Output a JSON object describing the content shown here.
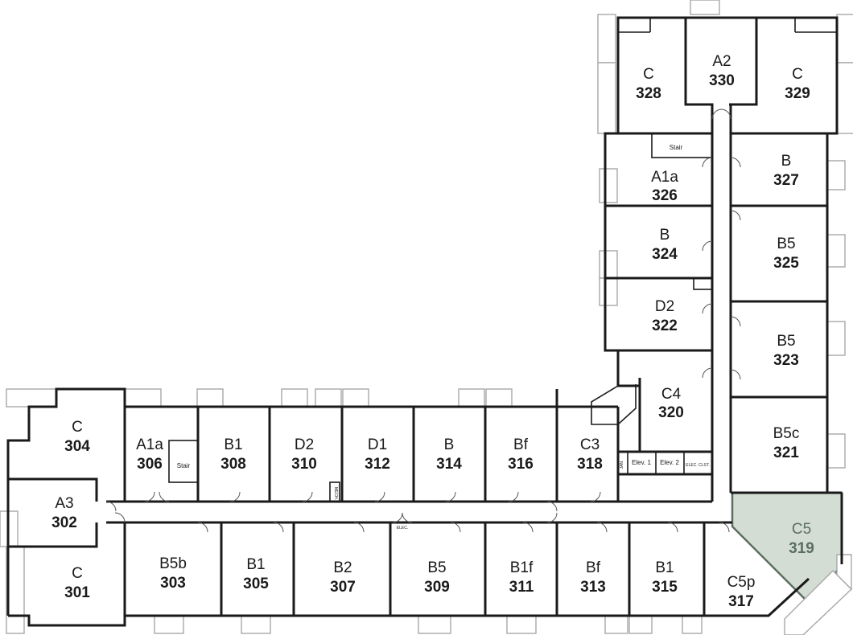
{
  "units": [
    {
      "type": "C",
      "number": "328"
    },
    {
      "type": "A2",
      "number": "330"
    },
    {
      "type": "C",
      "number": "329"
    },
    {
      "type": "A1a",
      "number": "326"
    },
    {
      "type": "B",
      "number": "327"
    },
    {
      "type": "B",
      "number": "324"
    },
    {
      "type": "B5",
      "number": "325"
    },
    {
      "type": "D2",
      "number": "322"
    },
    {
      "type": "B5",
      "number": "323"
    },
    {
      "type": "C4",
      "number": "320"
    },
    {
      "type": "B5c",
      "number": "321"
    },
    {
      "type": "C",
      "number": "304"
    },
    {
      "type": "A1a",
      "number": "306"
    },
    {
      "type": "B1",
      "number": "308"
    },
    {
      "type": "D2",
      "number": "310"
    },
    {
      "type": "D1",
      "number": "312"
    },
    {
      "type": "B",
      "number": "314"
    },
    {
      "type": "Bf",
      "number": "316"
    },
    {
      "type": "C3",
      "number": "318"
    },
    {
      "type": "A3",
      "number": "302"
    },
    {
      "type": "C",
      "number": "301"
    },
    {
      "type": "B5b",
      "number": "303"
    },
    {
      "type": "B1",
      "number": "305"
    },
    {
      "type": "B2",
      "number": "307"
    },
    {
      "type": "B5",
      "number": "309"
    },
    {
      "type": "B1f",
      "number": "311"
    },
    {
      "type": "Bf",
      "number": "313"
    },
    {
      "type": "B1",
      "number": "315"
    },
    {
      "type": "C5p",
      "number": "317"
    },
    {
      "type": "C5",
      "number": "319"
    }
  ],
  "highlighted_unit": "319",
  "highlight_color": "#d3ddd4",
  "labels": {
    "stair_top": "Stair",
    "stair_left": "Stair",
    "elev1": "Elev. 1",
    "elev2": "Elev. 2",
    "elec_clst": "ELEC. CLST.",
    "elec": "ELEC.",
    "mech": "MECH.",
    "janitor": "JAN."
  }
}
